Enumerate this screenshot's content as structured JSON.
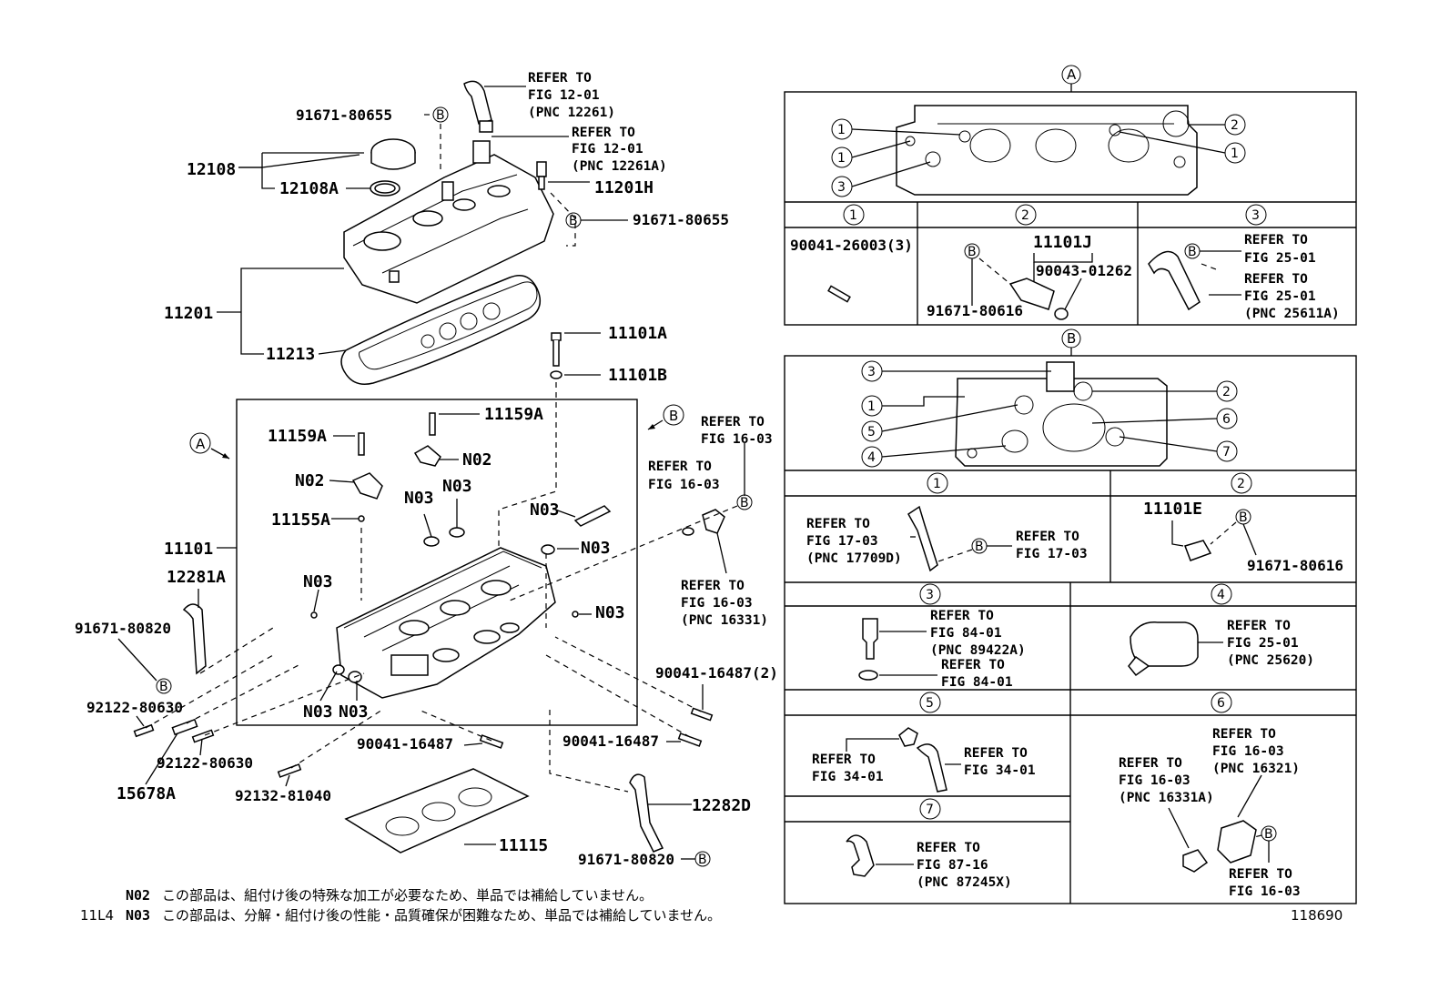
{
  "left": {
    "labels": {
      "p12108": "12108",
      "p12108A": "12108A",
      "p91671_80655_top": "91671-80655",
      "p11201H": "11201H",
      "p91671_80655_right": "91671-80655",
      "p11201": "11201",
      "p11213": "11213",
      "p11101A": "11101A",
      "p11101B": "11101B",
      "p11159A_left": "11159A",
      "p11159A_right": "11159A",
      "pN02_left": "N02",
      "pN02_right": "N02",
      "pN03_a": "N03",
      "pN03_b": "N03",
      "pN03_c": "N03",
      "pN03_d": "N03",
      "pN03_e": "N03",
      "pN03_f": "N03",
      "pN03_g": "N03",
      "pN03_h": "N03",
      "p11155A": "11155A",
      "p11101": "11101",
      "p12281A": "12281A",
      "p91671_80820_left": "91671-80820",
      "p92122_80630_a": "92122-80630",
      "p92122_80630_b": "92122-80630",
      "p15678A": "15678A",
      "p92132_81040": "92132-81040",
      "p90041_16487_a": "90041-16487",
      "p90041_16487_b": "90041-16487",
      "p90041_16487_2": "90041-16487(2)",
      "p11115": "11115",
      "p12282D": "12282D",
      "p91671_80820_bottom": "91671-80820"
    },
    "refer_top": [
      "REFER TO",
      "FIG 12-01",
      "(PNC 12261)"
    ],
    "refer_top2": [
      "REFER TO",
      "FIG 12-01",
      "(PNC 12261A)"
    ],
    "refer_b1": [
      "REFER TO",
      "FIG 16-03"
    ],
    "refer_b2": [
      "REFER TO",
      "FIG 16-03"
    ],
    "refer_b3": [
      "REFER TO",
      "FIG 16-03",
      "(PNC 16331)"
    ],
    "callout_A": "A",
    "callout_B": "B",
    "circle_B": "B"
  },
  "panelA": {
    "title": "A",
    "cells": [
      {
        "num": "1",
        "part": "90041-26003(3)"
      },
      {
        "num": "2",
        "part_top": "11101J",
        "part_mid": "90043-01262",
        "part_bottom": "91671-80616",
        "b": "B"
      },
      {
        "num": "3",
        "refer1": [
          "REFER TO",
          "FIG 25-01"
        ],
        "refer2": [
          "REFER TO",
          "FIG 25-01",
          "(PNC 25611A)"
        ],
        "b": "B"
      }
    ],
    "markers": [
      "1",
      "1",
      "3",
      "2",
      "1"
    ]
  },
  "panelB": {
    "title": "B",
    "markers": [
      "3",
      "1",
      "5",
      "4",
      "2",
      "6",
      "7"
    ],
    "cells": [
      {
        "num": "1",
        "refer1": [
          "REFER TO",
          "FIG 17-03",
          "(PNC 17709D)"
        ],
        "refer2": [
          "REFER TO",
          "FIG 17-03"
        ],
        "b": "B"
      },
      {
        "num": "2",
        "part": "11101E",
        "part2": "91671-80616",
        "b": "B"
      },
      {
        "num": "3",
        "refer1": [
          "REFER TO",
          "FIG 84-01",
          "(PNC 89422A)"
        ],
        "refer2": [
          "REFER TO",
          "FIG 84-01"
        ]
      },
      {
        "num": "4",
        "refer1": [
          "REFER TO",
          "FIG 25-01",
          "(PNC 25620)"
        ]
      },
      {
        "num": "5",
        "refer1": [
          "REFER TO",
          "FIG 34-01"
        ],
        "refer2": [
          "REFER TO",
          "FIG 34-01"
        ]
      },
      {
        "num": "6",
        "refer1": [
          "REFER TO",
          "FIG 16-03",
          "(PNC 16321)"
        ],
        "refer2": [
          "REFER TO",
          "FIG 16-03",
          "(PNC 16331A)"
        ],
        "refer3": [
          "REFER TO",
          "FIG 16-03"
        ],
        "b": "B"
      },
      {
        "num": "7",
        "refer1": [
          "REFER TO",
          "FIG 87-16",
          "(PNC 87245X)"
        ]
      }
    ]
  },
  "notes": [
    {
      "code": "N02",
      "text": "この部品は、組付け後の特殊な加工が必要なため、単品では補給していません。"
    },
    {
      "code": "N03",
      "text": "この部品は、分解・組付け後の性能・品質確保が困難なため、単品では補給していません。"
    }
  ],
  "footer": {
    "left_code": "11L4",
    "fig_id": "118690"
  }
}
